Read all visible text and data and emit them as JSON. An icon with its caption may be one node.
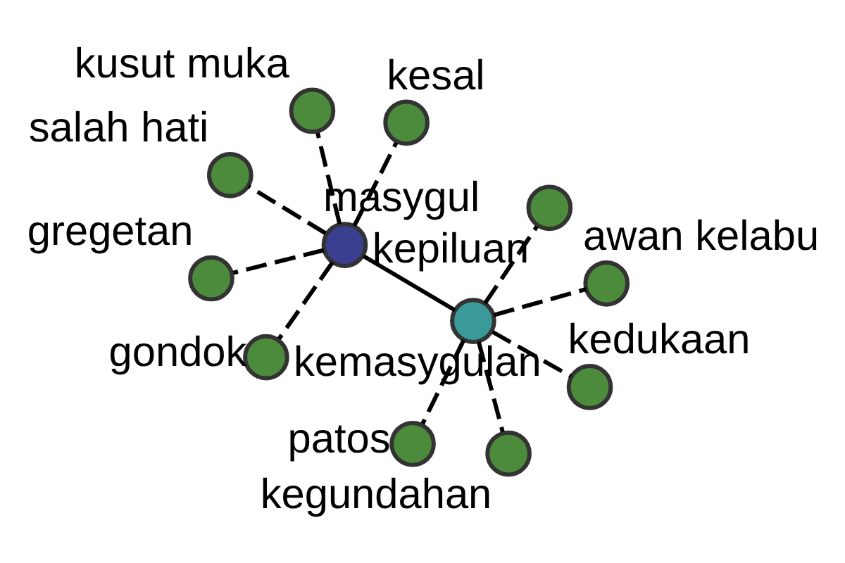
{
  "diagram": {
    "nodes": [
      {
        "text": [],
        "shape": "circle",
        "beside": [
          "masygul"
        ]
      },
      {
        "text": [],
        "shape": "circle",
        "beside": [
          "kemasygulan"
        ]
      },
      {
        "text": [],
        "shape": "circle",
        "beside": [
          "gondok"
        ]
      },
      {
        "text": [],
        "shape": "circle",
        "beside": [
          "salah hati"
        ]
      },
      {
        "text": [],
        "shape": "circle",
        "beside": [
          "kesal"
        ]
      },
      {
        "text": [],
        "shape": "circle",
        "beside": [
          "kusut muka"
        ]
      },
      {
        "text": [],
        "shape": "circle",
        "beside": [
          "gregetan"
        ]
      },
      {
        "text": [],
        "shape": "circle",
        "beside": [
          "awan kelabu"
        ]
      },
      {
        "text": [],
        "shape": "circle",
        "beside": [
          "patos"
        ]
      },
      {
        "text": [],
        "shape": "circle",
        "beside": [
          "kedukaan"
        ]
      },
      {
        "text": [],
        "shape": "circle",
        "beside": [
          "kegundahan"
        ]
      },
      {
        "text": [],
        "shape": "circle",
        "beside": [
          "kepiluan"
        ]
      }
    ],
    "edges": [
      {
        "from": 0,
        "to": 1,
        "arrow": "none"
      },
      {
        "from": 0,
        "to": 2,
        "arrow": "none",
        "style": "dashed"
      },
      {
        "from": 0,
        "to": 3,
        "arrow": "none",
        "style": "dashed"
      },
      {
        "from": 0,
        "to": 4,
        "arrow": "none",
        "style": "dashed"
      },
      {
        "from": 0,
        "to": 5,
        "arrow": "none",
        "style": "dashed"
      },
      {
        "from": 0,
        "to": 6,
        "arrow": "none",
        "style": "dashed"
      },
      {
        "from": 1,
        "to": 7,
        "arrow": "none",
        "style": "dashed"
      },
      {
        "from": 1,
        "to": 8,
        "arrow": "none",
        "style": "dashed"
      },
      {
        "from": 1,
        "to": 9,
        "arrow": "none",
        "style": "dashed"
      },
      {
        "from": 1,
        "to": 10,
        "arrow": "none",
        "style": "dashed"
      },
      {
        "from": 1,
        "to": 11,
        "arrow": "none",
        "style": "dashed"
      }
    ]
  }
}
